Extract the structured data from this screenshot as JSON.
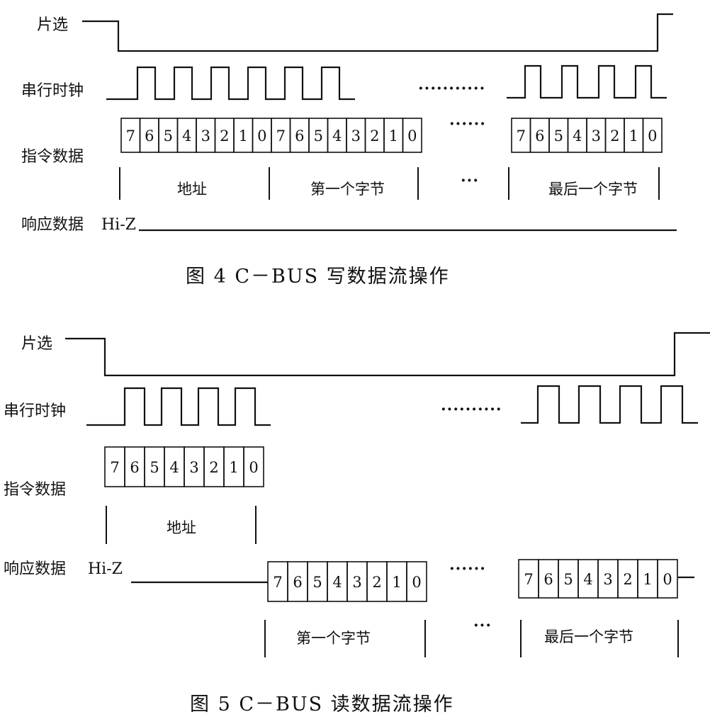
{
  "figure4": {
    "labels": {
      "cs": "片选",
      "clk": "串行时钟",
      "cmd": "指令数据",
      "resp": "响应数据",
      "hiz": "Hi-Z"
    },
    "byte1_bits": [
      "7",
      "6",
      "5",
      "4",
      "3",
      "2",
      "1",
      "0"
    ],
    "byte2_bits": [
      "7",
      "6",
      "5",
      "4",
      "3",
      "2",
      "1",
      "0"
    ],
    "last_bits": [
      "7",
      "6",
      "5",
      "4",
      "3",
      "2",
      "1",
      "0"
    ],
    "clk_dots": "···········",
    "data_dots": "······",
    "seg_dots": "···",
    "segments": {
      "address": "地址",
      "first": "第一个字节",
      "last": "最后一个字节"
    },
    "caption": "图 4   C－BUS 写数据流操作"
  },
  "figure5": {
    "labels": {
      "cs": "片选",
      "clk": "串行时钟",
      "cmd": "指令数据",
      "resp": "响应数据",
      "hiz": "Hi-Z"
    },
    "cmd_bits": [
      "7",
      "6",
      "5",
      "4",
      "3",
      "2",
      "1",
      "0"
    ],
    "resp1_bits": [
      "7",
      "6",
      "5",
      "4",
      "3",
      "2",
      "1",
      "0"
    ],
    "resp_last_bits": [
      "7",
      "6",
      "5",
      "4",
      "3",
      "2",
      "1",
      "0"
    ],
    "clk_dots": "··········",
    "data_dots": "······",
    "seg_dots": "···",
    "segments": {
      "address": "地址",
      "first": "第一个字节",
      "last": "最后一个字节"
    },
    "caption": "图 5   C－BUS 读数据流操作"
  }
}
